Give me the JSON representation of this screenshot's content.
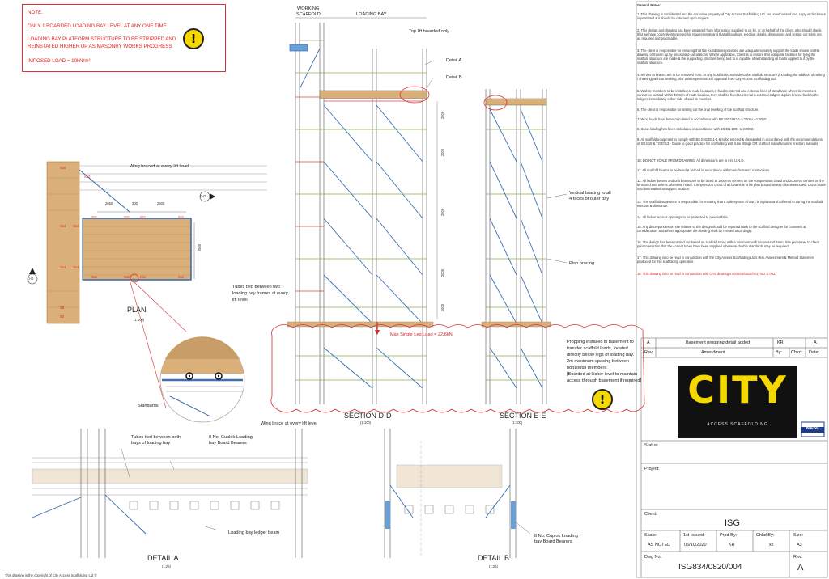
{
  "notes_box": {
    "title": "NOTE:",
    "line1": "ONLY 1 BOARDED LOADING BAY LEVEL AT ANY ONE TIME",
    "line2": "LOADING BAY PLATFORM STRUCTURE TO BE STRIPPED AND",
    "line3": "REINSTATED HIGHER UP AS MASONRY WORKS PROGRESS",
    "line4": "IMPOSED LOAD = 10kN/m²"
  },
  "warning_glyph": "!",
  "section_dd": {
    "header_working": "WORKING",
    "header_scaffold": "SCAFFOLD",
    "header_loading_bay": "LOADING BAY",
    "top_lift": "Top lift boarded only",
    "detail_a": "Detail A",
    "detail_b": "Detail B",
    "dims": [
      "2000",
      "2000",
      "2000",
      "2000",
      "1500"
    ],
    "max_load": "Max Single Leg Load = 22.6kN",
    "title": "SECTION D-D",
    "scale": "(1:100)"
  },
  "section_ee": {
    "vertical_bracing_1": "Vertical bracing to all",
    "vertical_bracing_2": "4 faces of outer bay",
    "plan_bracing": "Plan bracing",
    "title": "SECTION E-E",
    "scale": "(1:100)"
  },
  "propping_note": {
    "line1": "Propping installed in basement to",
    "line2": "transfer scaffold loads, located",
    "line3": "directly below legs of loading bay.",
    "line4": "2m maximum spacing between",
    "line5": "horizontal members.",
    "line6": "[Boarded at kicker level to maintain",
    "line7": "access through basement if required]"
  },
  "plan": {
    "wing_braced": "Wing braced at every lift level",
    "dims": [
      "2650",
      "300",
      "2500",
      "2500"
    ],
    "s_labels": [
      "S11",
      "S11",
      "S11",
      "S11",
      "S14",
      "S14",
      "S11",
      "S11",
      "S14",
      "S14",
      "S11",
      "S11",
      "S10",
      "S12",
      "S8",
      "S2"
    ],
    "dd_marker": "D-D",
    "title": "PLAN",
    "scale": "(1:100)",
    "tubes_tied_1": "Tubes tied between two",
    "tubes_tied_2": "loading bay frames at every",
    "tubes_tied_3": "lift level",
    "standards": "Standards",
    "wing_brace": "Wing brace at every lift level"
  },
  "detail_a": {
    "tubes_1": "Tubes tied between both",
    "tubes_2": "bays of loading bay",
    "bearers_1": "8 No. Cuplok Loading",
    "bearers_2": "bay Board Bearers",
    "ledger": "Loading bay ledger beam",
    "title": "DETAIL A",
    "scale": "(1:25)"
  },
  "detail_b": {
    "bearers_1": "8 No. Cuplok Loading",
    "bearers_2": "bay Board Bearers",
    "title": "DETAIL B",
    "scale": "(1:25)"
  },
  "copyright": "This drawing is the copyright of City Access Scaffolding Ltd ©",
  "general_notes": {
    "heading": "General Notes:",
    "items": [
      "1. This drawing is confidential and the exclusive property of City Access Scaffolding Ltd. No unauthorised use, copy or disclosure is permitted & it should be returned upon request.",
      "2. This design and drawing has been prepared from information supplied to us by, or on behalf of the client, who should check that we have correctly interpreted his requirements and that all loadings, erection details, dimensions and setting out sizes are as required and practicable.",
      "3. The client is responsible for ensuring that the foundations provided are adequate to safely support the loads shown on this drawing or thrown up by associated calculations. Where applicable, Client is to ensure that adequate facilities for tying the scaffold structure are made & the supporting structure being tied to is capable of withstanding all loads applied to it by the scaffold structure.",
      "4. No ties or braces are to be removed from, or any modifications made to the scaffold structure (including the addition of netting / sheeting) without seeking prior written permission / approval from City Access Scaffolding Ltd.",
      "5. Wall tie members to be installed at node locations & fixed to internal and external lines of standards; where tie members cannot be located within 300mm of node location, they shall be fixed to internal & external ledgers & plan braced back to the ledgers immediately either side of said tie member.",
      "6. The client is responsible for setting out the final levelling of the scaffold structure.",
      "7. Wind loads have been calculated in accordance with BS EN 1991-1-4:2005+ A1:2010.",
      "8. Snow loading has been calculated in accordance with BS EN 1991-1-3:2003.",
      "9. All scaffold equipment to comply with BS EN12811-1 & to be erected & dismantled in accordance with the recommendations of SG4:15 & TG20:13 - Guide to good practice for scaffolding with tube fittings OR scaffold manufacturers erection manuals.",
      "10. DO NOT SCALE FROM DRAWING. All dimensions are in mm U.N.O.",
      "11. All scaffold beams to be laced & braced in accordance with manufacturers' instructions.",
      "12. All ladder beams and unit beams are to be laced at 1000mm centres on the compression chord and 2000mm centres on the tension chord unless otherwise noted. Compression chord of all beams is to be plan braced unless otherwise noted. Cross brace is to be installed at support location.",
      "13. The scaffold supervisor is responsible for ensuring that a safe system of work is in place and adhered to during the scaffold erection & dismantle.",
      "14. All ladder access openings to be protected to prevent falls.",
      "15. Any discrepancies on site relative to the design should be reported back to the scaffold designer for comment & consideration, and where appropriate the drawing shall be revised accordingly.",
      "16. The design has been carried out based on scaffold tubes with a minimum wall thickness of 4mm. Site personnel to check prior to erection that the correct tubes have been supplied otherwise double standards may be required.",
      "17. This drawing is to be read in conjunction with the City Access Scaffolding Ltd's Risk Assessment & Method Statement produced for this scaffolding operation."
    ],
    "item18": "18. This drawing is to be read in conjunction with CAS drawing's ISG834/0820/001, 002 & 003."
  },
  "revision": {
    "rev": "A",
    "amendment": "Basement propping detail added",
    "by": "KR",
    "date": "A",
    "hdr_rev": "Rev:",
    "hdr_amendment": "Amendment",
    "hdr_by": "By:",
    "hdr_chkd": "Chkd:",
    "hdr_date": "Date:"
  },
  "logo": {
    "word": "CITY",
    "sub": "ACCESS SCAFFOLDING",
    "badge": "NASC"
  },
  "title_block": {
    "status_label": "Status:",
    "project_label": "Project:",
    "client_label": "Client:",
    "client": "ISG",
    "scale_label": "Scale:",
    "scale": "AS NOTED",
    "issued_label": "1st Issued:",
    "issued": "06/10/2020",
    "preparedby_label": "Prpd By:",
    "preparedby": "KR",
    "checked_label": "Chkd By:",
    "checked": "xx",
    "size_label": "Size:",
    "size": "A3",
    "dwg_label": "Dwg No:",
    "dwg": "ISG834/0820/004",
    "rev_label": "Rev:",
    "rev": "A"
  }
}
